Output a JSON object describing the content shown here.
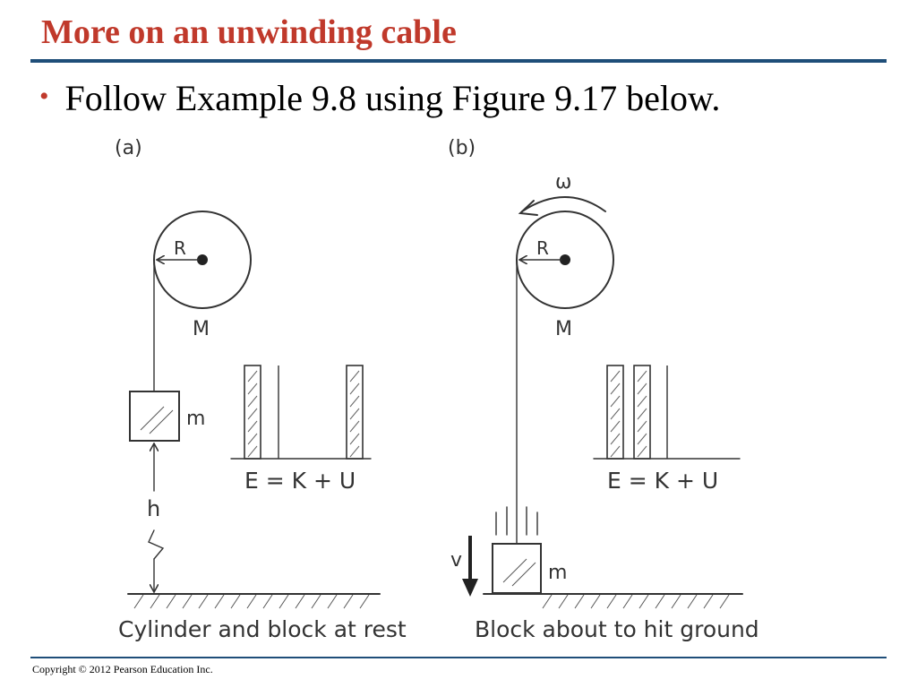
{
  "slide": {
    "title": "More on an unwinding cable",
    "bullet": "Follow Example 9.8 using Figure 9.17 below.",
    "copyright": "Copyright © 2012 Pearson Education Inc."
  },
  "figure": {
    "panel_a": {
      "label": "(a)",
      "radius_label": "R",
      "mass_cylinder_label": "M",
      "mass_block_label": "m",
      "height_label": "h",
      "equation": "E = K + U",
      "caption": "Cylinder and block at rest",
      "energy_bars": {
        "E": 1.0,
        "K": 0.0,
        "U": 1.0
      }
    },
    "panel_b": {
      "label": "(b)",
      "omega_label": "ω",
      "radius_label": "R",
      "mass_cylinder_label": "M",
      "mass_block_label": "m",
      "velocity_label": "v",
      "equation": "E = K + U",
      "caption": "Block about to hit ground",
      "energy_bars": {
        "E": 1.0,
        "K": 1.0,
        "U": 0.0
      }
    }
  },
  "colors": {
    "title": "#c0392b",
    "rule": "#1f4e79",
    "ink": "#333333"
  }
}
